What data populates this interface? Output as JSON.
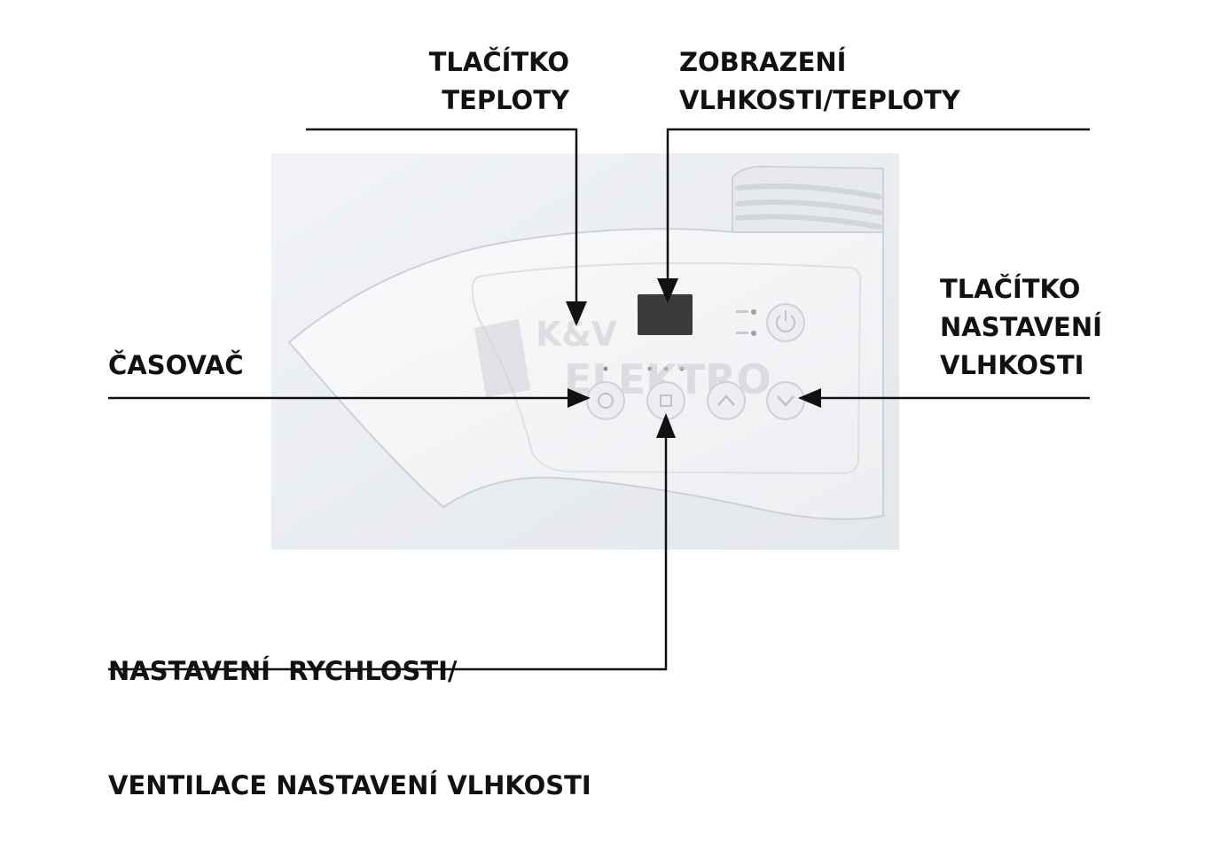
{
  "labels": {
    "temperature_button": [
      "TLAČÍTKO",
      "TEPLOTY"
    ],
    "display": [
      "ZOBRAZENÍ",
      "VLHKOSTI/TEPLOTY"
    ],
    "humidity_button": [
      "TLAČÍTKO",
      "NASTAVENÍ",
      "VLHKOSTI"
    ],
    "timer": [
      "ČASOVAČ"
    ],
    "speed_setting": [
      "NASTAVENÍ  RYCHLOSTI/",
      "VENTILACE NASTAVENÍ VLHKOSTI"
    ]
  },
  "watermark": [
    "K&V",
    "ELEKTRO"
  ],
  "colors": {
    "text": "#111111",
    "line": "#111111",
    "panel_bg": "#eef0f3",
    "panel_shape": "#f4f5f7",
    "display": "#3b3b3d",
    "button": "#d4d7dc",
    "watermark": "#c9cbcf"
  },
  "icons": [
    "power-icon",
    "timer-icon",
    "fan-icon",
    "up-arrow-icon",
    "down-arrow-icon"
  ]
}
